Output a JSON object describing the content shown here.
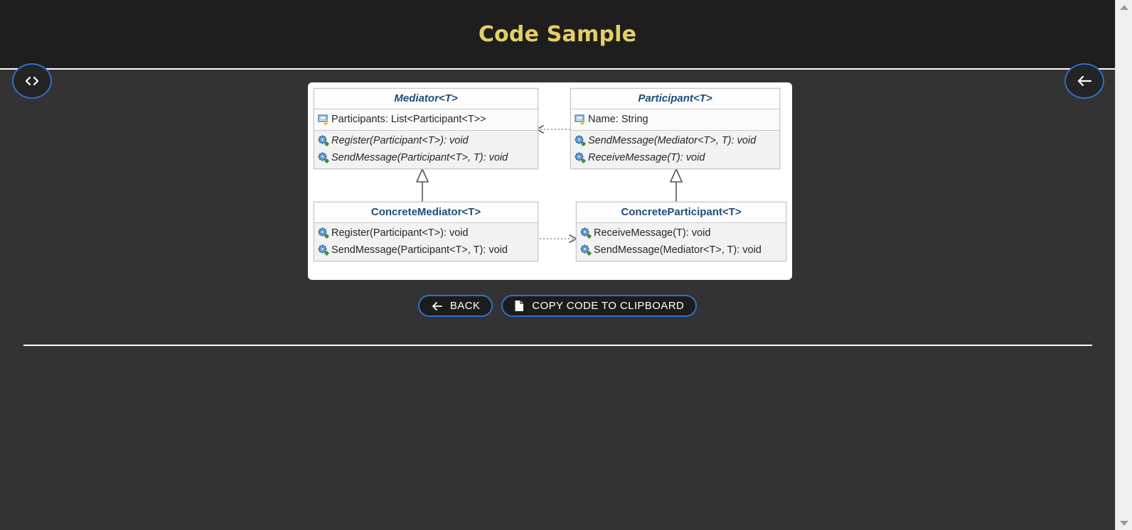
{
  "header": {
    "title": "Code Sample"
  },
  "nav": {
    "code_button_icon": "code-brackets-icon",
    "back_button_icon": "arrow-left-icon"
  },
  "diagram": {
    "type": "uml-class-diagram",
    "classes": [
      {
        "id": "mediator",
        "name": "Mediator<T>",
        "abstract": true,
        "fields": [
          {
            "icon": "field-icon",
            "text": "Participants: List<Participant<T>>"
          }
        ],
        "methods": [
          {
            "icon": "method-icon",
            "text": "Register(Participant<T>): void",
            "abstract": true
          },
          {
            "icon": "method-icon",
            "text": "SendMessage(Participant<T>, T): void",
            "abstract": true
          }
        ]
      },
      {
        "id": "participant",
        "name": "Participant<T>",
        "abstract": true,
        "fields": [
          {
            "icon": "field-icon",
            "text": "Name: String"
          }
        ],
        "methods": [
          {
            "icon": "method-icon",
            "text": "SendMessage(Mediator<T>, T): void",
            "abstract": true
          },
          {
            "icon": "method-icon",
            "text": "ReceiveMessage(T): void",
            "abstract": true
          }
        ]
      },
      {
        "id": "concrete-mediator",
        "name": "ConcreteMediator<T>",
        "abstract": false,
        "fields": [],
        "methods": [
          {
            "icon": "method-icon",
            "text": "Register(Participant<T>): void",
            "abstract": false
          },
          {
            "icon": "method-icon",
            "text": "SendMessage(Participant<T>, T): void",
            "abstract": false
          }
        ]
      },
      {
        "id": "concrete-participant",
        "name": "ConcreteParticipant<T>",
        "abstract": false,
        "fields": [],
        "methods": [
          {
            "icon": "method-icon",
            "text": "ReceiveMessage(T): void",
            "abstract": false
          },
          {
            "icon": "method-icon",
            "text": "SendMessage(Mediator<T>, T): void",
            "abstract": false
          }
        ]
      }
    ],
    "relations": [
      {
        "from": "participant",
        "to": "mediator",
        "style": "dashed",
        "arrow": "open",
        "direction": "left"
      },
      {
        "from": "concrete-mediator",
        "to": "mediator",
        "style": "solid",
        "arrow": "hollow-triangle",
        "direction": "up"
      },
      {
        "from": "concrete-participant",
        "to": "participant",
        "style": "solid",
        "arrow": "hollow-triangle",
        "direction": "up"
      },
      {
        "from": "concrete-mediator",
        "to": "concrete-participant",
        "style": "dashed",
        "arrow": "open",
        "direction": "right"
      }
    ]
  },
  "actions": {
    "back_label": "BACK",
    "back_icon": "arrow-left-icon",
    "copy_label": "COPY CODE TO CLIPBOARD",
    "copy_icon": "clipboard-file-icon"
  },
  "colors": {
    "header_bg": "#1e1e1e",
    "page_bg": "#333333",
    "title_accent": "#e3cf67",
    "button_border": "#2f6fd0",
    "class_title_text": "#1f4d7a",
    "card_bg": "#ffffff"
  },
  "scrollbar": {
    "up_arrow_icon": "triangle-up-icon",
    "down_arrow_icon": "triangle-down-icon"
  }
}
